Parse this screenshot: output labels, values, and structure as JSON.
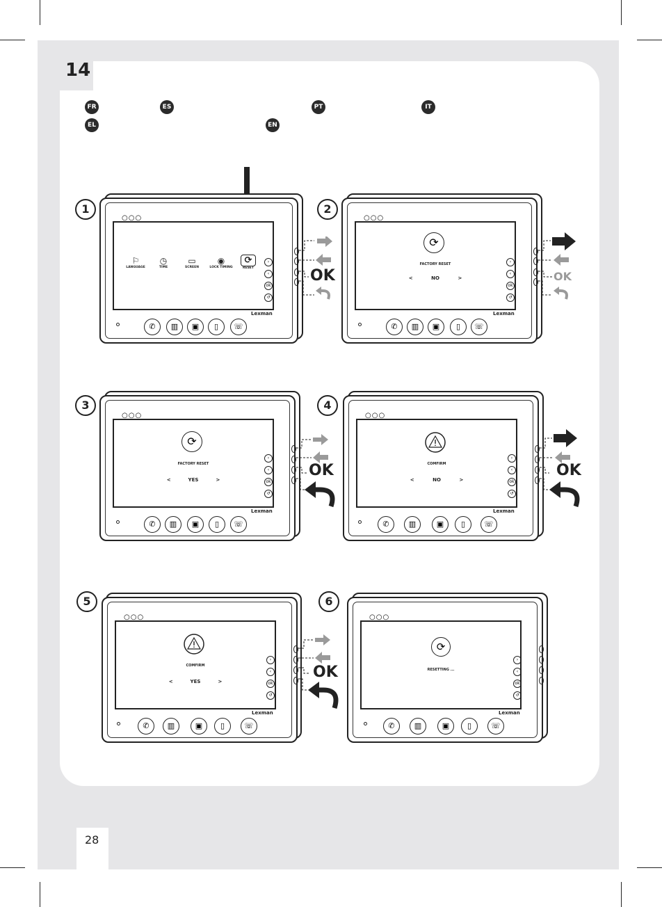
{
  "chapter_number": "14",
  "page_number": "28",
  "languages": [
    "FR",
    "ES",
    "PT",
    "IT",
    "EL",
    "EN"
  ],
  "brand": "Lexman",
  "ok_label": "OK",
  "menu_items": [
    "LANGUAGE",
    "TIME",
    "SCREEN",
    "LOCK TIMING",
    "RESET"
  ],
  "steps": [
    {
      "number": "1"
    },
    {
      "number": "2",
      "title": "FACTORY RESET",
      "value": "NO"
    },
    {
      "number": "3",
      "title": "FACTORY RESET",
      "value": "YES"
    },
    {
      "number": "4",
      "title": "COMFIRM",
      "value": "NO"
    },
    {
      "number": "5",
      "title": "COMFIRM",
      "value": "YES"
    },
    {
      "number": "6",
      "title": "RESETTING ..."
    }
  ],
  "colors": {
    "dark": "#222222",
    "grey": "#9a9a9a",
    "sheet": "#e6e6e8"
  }
}
